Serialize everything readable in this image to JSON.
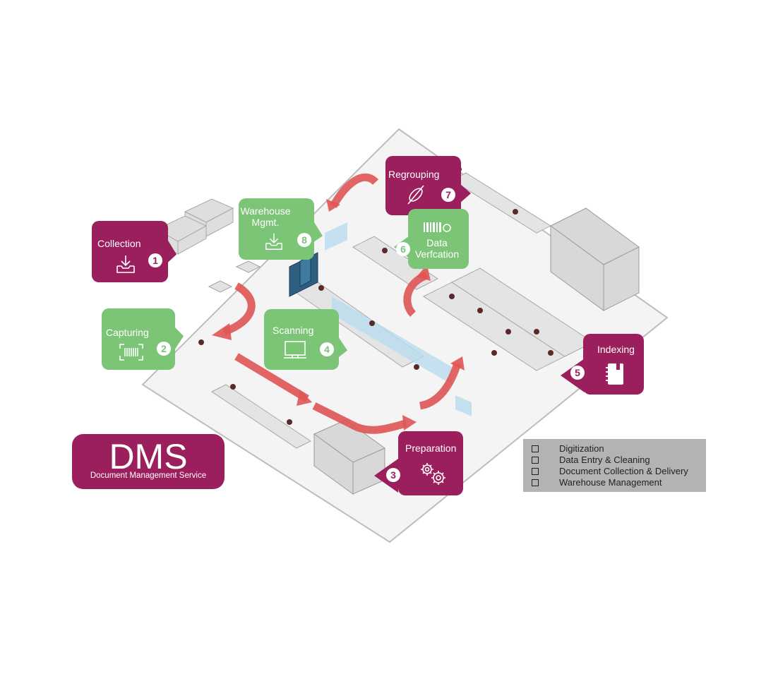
{
  "logo": {
    "title": "DMS",
    "subtitle": "Document Management Service"
  },
  "steps": [
    {
      "num": "1",
      "title": "Collection",
      "icon": "tray-download-icon",
      "color": "#9c1f5d"
    },
    {
      "num": "2",
      "title": "Capturing",
      "icon": "barcode-scan-icon",
      "color": "#7cc576"
    },
    {
      "num": "3",
      "title": "Preparation",
      "icon": "gears-icon",
      "color": "#9c1f5d"
    },
    {
      "num": "4",
      "title": "Scanning",
      "icon": "monitor-icon",
      "color": "#7cc576"
    },
    {
      "num": "5",
      "title": "Indexing",
      "icon": "notebook-icon",
      "color": "#9c1f5d"
    },
    {
      "num": "6",
      "title": "Data\nVerfcation",
      "icon": "barcode-check-icon",
      "color": "#7cc576"
    },
    {
      "num": "7",
      "title": "Regrouping",
      "icon": "paperclip-icon",
      "color": "#9c1f5d"
    },
    {
      "num": "8",
      "title": "Warehouse\nMgmt.",
      "icon": "tray-download-icon",
      "color": "#7cc576"
    }
  ],
  "legend": {
    "items": [
      "Digitization",
      "Data Entry & Cleaning",
      "Document Collection & Delivery",
      "Warehouse Management"
    ]
  },
  "colors": {
    "maroon": "#9c1f5d",
    "green": "#7cc576",
    "arrow": "#e05555",
    "floor": "#ececec"
  }
}
